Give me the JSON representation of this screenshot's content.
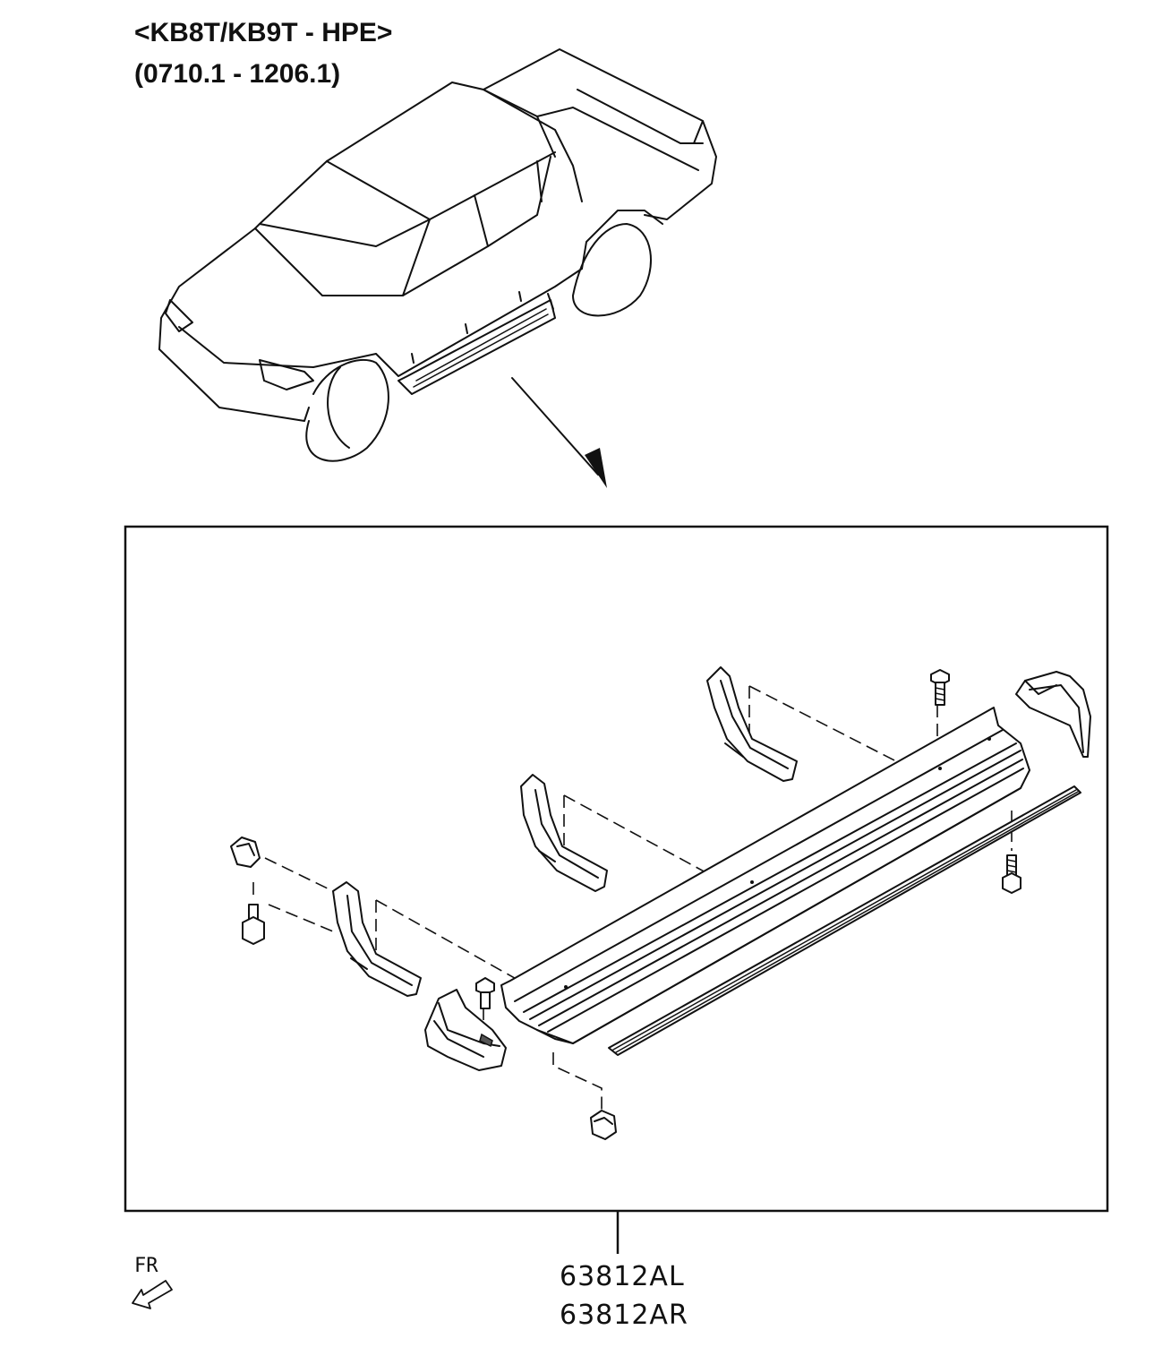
{
  "header": {
    "model_line": "<KB8T/KB9T - HPE>",
    "date_range": "(0710.1 - 1206.1)"
  },
  "callout": {
    "part_numbers": [
      "63812AL",
      "63812AR"
    ]
  },
  "orientation": {
    "label": "FR",
    "icon": "front-direction-arrow-icon"
  },
  "colors": {
    "line": "#111111",
    "background": "#ffffff"
  }
}
